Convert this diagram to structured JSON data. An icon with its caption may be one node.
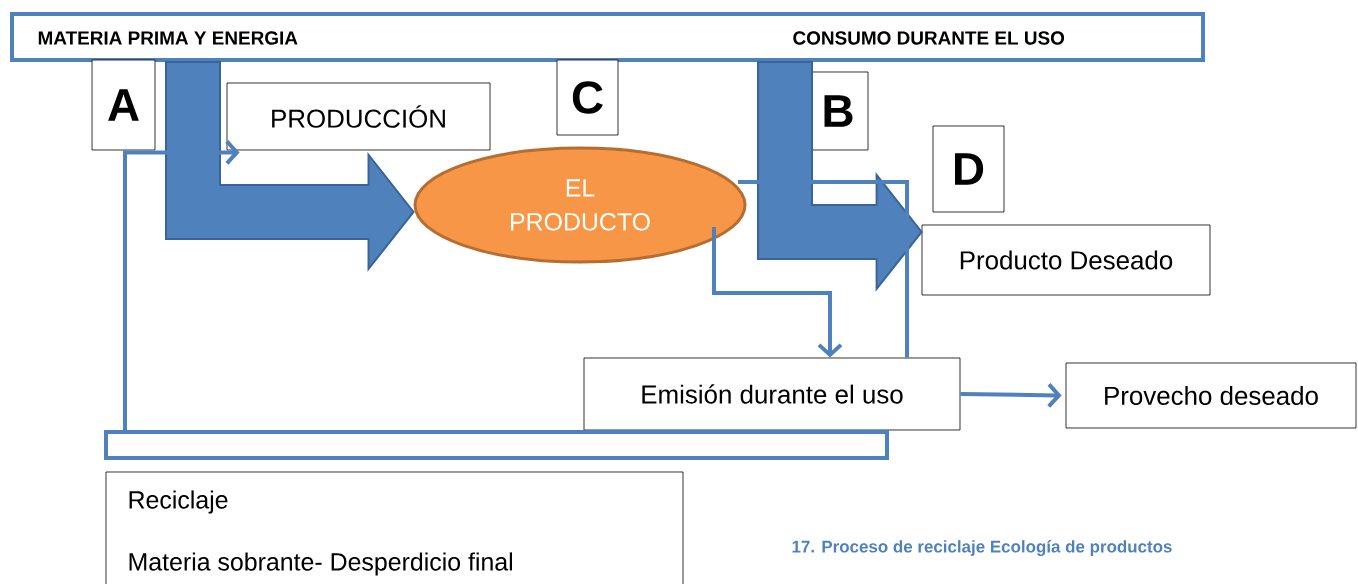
{
  "diagram": {
    "caption": "17. Proceso de reciclaje Ecología de productos",
    "nodes": [
      {
        "text": [
          "MATERIA PRIMA Y ENERGIA",
          "CONSUMO DURANTE EL USO"
        ]
      },
      {
        "text": [
          "A"
        ]
      },
      {
        "text": [
          "PRODUCCIÓN"
        ]
      },
      {
        "text": [
          "C"
        ]
      },
      {
        "text": [
          "EL PRODUCTO"
        ]
      },
      {
        "text": [
          "B"
        ]
      },
      {
        "text": [
          "D"
        ]
      },
      {
        "text": [
          "Producto Deseado"
        ]
      },
      {
        "text": [
          "Emisión durante el uso"
        ]
      },
      {
        "text": [
          "Provecho deseado"
        ]
      },
      {
        "text": [],
        "shape": "box"
      },
      {
        "text": [
          "Reciclaje",
          "Materia sobrante- Desperdicio final"
        ]
      }
    ],
    "edges": [
      {
        "from": 0,
        "to": 4,
        "arrow": "to",
        "style": "thick"
      },
      {
        "from": 0,
        "to": 7,
        "arrow": "to",
        "style": "thick"
      },
      {
        "from": 10,
        "to": 2,
        "arrow": "to"
      },
      {
        "from": 4,
        "to": 8,
        "arrow": "none"
      },
      {
        "from": 4,
        "to": 8,
        "arrow": "to"
      },
      {
        "from": 8,
        "to": 9,
        "arrow": "to"
      }
    ]
  }
}
